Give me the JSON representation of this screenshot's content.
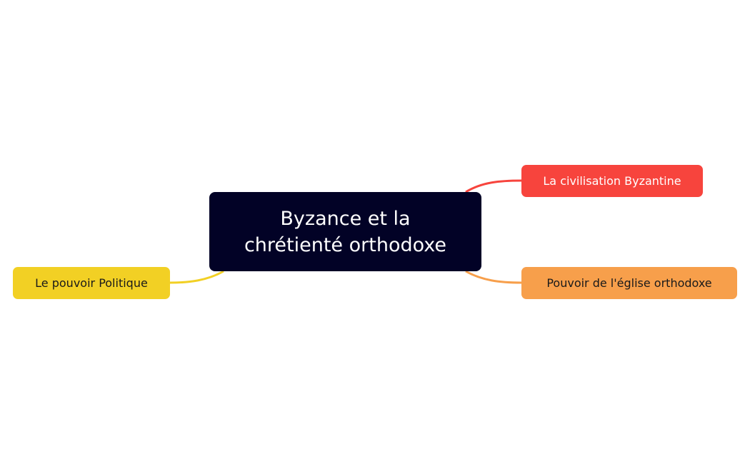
{
  "mindmap": {
    "central": {
      "label_line1": "Byzance et la",
      "label_line2": "chrétienté orthodoxe",
      "color": "#020226",
      "text_color": "#ffffff"
    },
    "branches": [
      {
        "label": "La civilisation Byzantine",
        "color": "#f7443d",
        "text_color": "#ffffff",
        "side": "right"
      },
      {
        "label": "Pouvoir de l'église orthodoxe",
        "color": "#f79f4b",
        "text_color": "#1a1a1a",
        "side": "right"
      },
      {
        "label": "Le pouvoir Politique",
        "color": "#f2d024",
        "text_color": "#1a1a1a",
        "side": "left"
      }
    ]
  }
}
